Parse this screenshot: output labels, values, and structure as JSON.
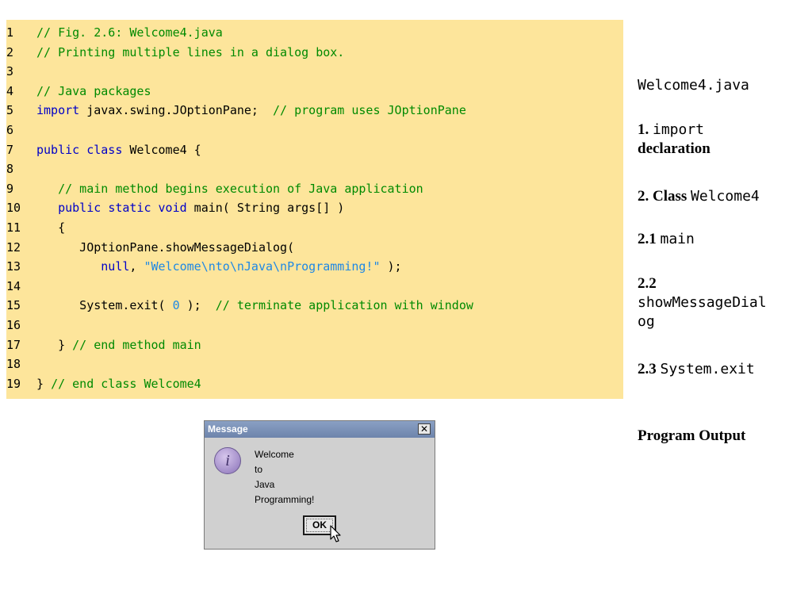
{
  "code": {
    "lines": [
      {
        "n": "1",
        "parts": [
          {
            "t": "// Fig. 2.6: Welcome4.java",
            "c": "comment"
          }
        ]
      },
      {
        "n": "2",
        "parts": [
          {
            "t": "// Printing multiple lines in a dialog box.",
            "c": "comment"
          }
        ]
      },
      {
        "n": "3",
        "parts": []
      },
      {
        "n": "4",
        "parts": [
          {
            "t": "// Java packages",
            "c": "comment"
          }
        ]
      },
      {
        "n": "5",
        "parts": [
          {
            "t": "import",
            "c": "kw"
          },
          {
            "t": " javax.swing.JOptionPane;  ",
            "c": "plain"
          },
          {
            "t": "// program uses JOptionPane",
            "c": "comment"
          }
        ]
      },
      {
        "n": "6",
        "parts": []
      },
      {
        "n": "7",
        "parts": [
          {
            "t": "public",
            "c": "kw"
          },
          {
            "t": " ",
            "c": "plain"
          },
          {
            "t": "class",
            "c": "kw"
          },
          {
            "t": " Welcome4 {",
            "c": "plain"
          }
        ]
      },
      {
        "n": "8",
        "parts": []
      },
      {
        "n": "9",
        "parts": [
          {
            "t": "   ",
            "c": "plain"
          },
          {
            "t": "// main method begins execution of Java application",
            "c": "comment"
          }
        ]
      },
      {
        "n": "10",
        "parts": [
          {
            "t": "   ",
            "c": "plain"
          },
          {
            "t": "public",
            "c": "kw"
          },
          {
            "t": " ",
            "c": "plain"
          },
          {
            "t": "static",
            "c": "kw"
          },
          {
            "t": " ",
            "c": "plain"
          },
          {
            "t": "void",
            "c": "kw"
          },
          {
            "t": " main( String args[] )",
            "c": "plain"
          }
        ]
      },
      {
        "n": "11",
        "parts": [
          {
            "t": "   {",
            "c": "plain"
          }
        ]
      },
      {
        "n": "12",
        "parts": [
          {
            "t": "      JOptionPane.showMessageDialog(",
            "c": "plain"
          }
        ]
      },
      {
        "n": "13",
        "parts": [
          {
            "t": "         ",
            "c": "plain"
          },
          {
            "t": "null",
            "c": "kw"
          },
          {
            "t": ", ",
            "c": "plain"
          },
          {
            "t": "\"Welcome\\nto\\nJava\\nProgramming!\"",
            "c": "str"
          },
          {
            "t": " );",
            "c": "plain"
          }
        ]
      },
      {
        "n": "14",
        "parts": []
      },
      {
        "n": "15",
        "parts": [
          {
            "t": "      System.exit( ",
            "c": "plain"
          },
          {
            "t": "0",
            "c": "num"
          },
          {
            "t": " );  ",
            "c": "plain"
          },
          {
            "t": "// terminate application with window",
            "c": "comment"
          }
        ]
      },
      {
        "n": "16",
        "parts": []
      },
      {
        "n": "17",
        "parts": [
          {
            "t": "   } ",
            "c": "plain"
          },
          {
            "t": "// end method main",
            "c": "comment"
          }
        ]
      },
      {
        "n": "18",
        "parts": []
      },
      {
        "n": "19",
        "parts": [
          {
            "t": "} ",
            "c": "plain"
          },
          {
            "t": "// end class Welcome4",
            "c": "comment"
          }
        ]
      }
    ]
  },
  "sidebar": {
    "file_name": "Welcome4.java",
    "step1_num": "1.",
    "step1_code": "import",
    "step1_text": "declaration",
    "step2_label": "2. Class",
    "step2_code": "Welcome4",
    "step21_num": "2.1",
    "step21_code": "main",
    "step22_num": "2.2",
    "step22_code_a": "showMessageDial",
    "step22_code_b": "og",
    "step23_num": "2.3",
    "step23_code": "System.exit",
    "program_output": "Program Output"
  },
  "dialog": {
    "title": "Message",
    "close_glyph": "✕",
    "icon_glyph": "i",
    "message_lines": [
      "Welcome",
      "to",
      "Java",
      "Programming!"
    ],
    "ok_label": "OK"
  },
  "colors": {
    "code_background": "#fde59b",
    "comment": "#008a00",
    "keyword": "#0000c8",
    "string": "#1e88e5",
    "dialog_title_bar": "#6d84ab",
    "dialog_body": "#d0d0d0"
  },
  "icons": {
    "dialog_icon": "information-icon",
    "close": "close-icon",
    "pointer": "mouse-cursor-icon"
  }
}
